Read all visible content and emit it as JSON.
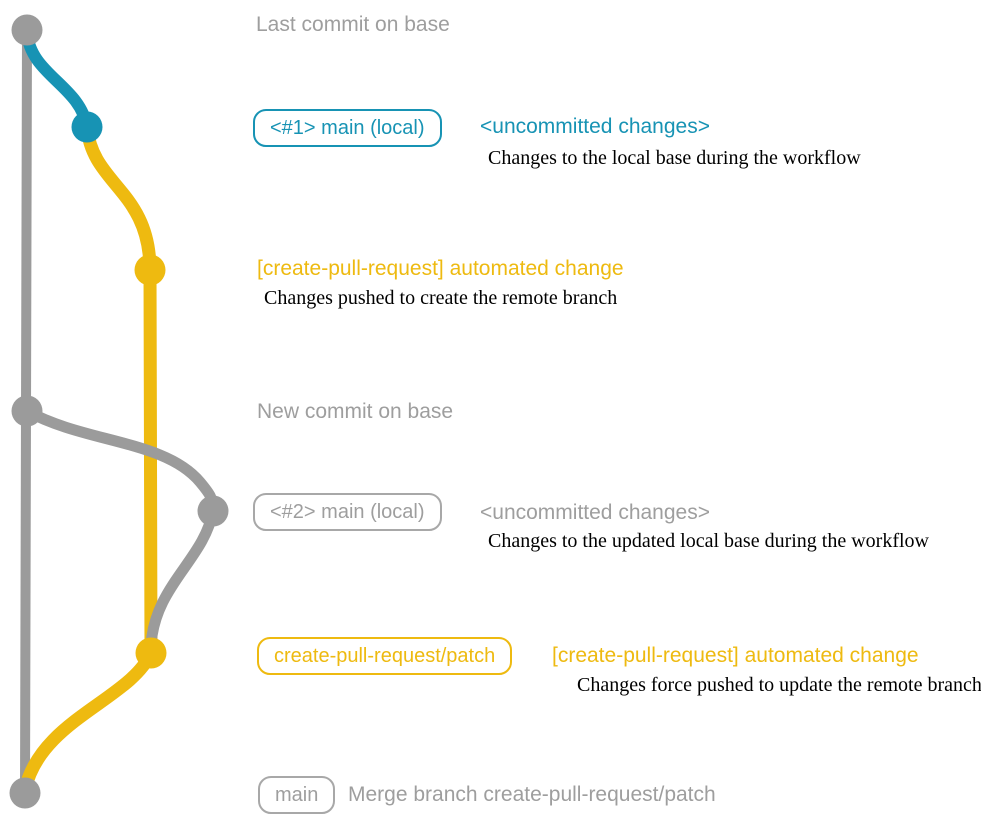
{
  "colors": {
    "graph_gray": "#9b9b9b",
    "teal": "#1793b4",
    "yellow": "#eeba10",
    "text_gray": "#9e9e9e",
    "description_black": "#000000"
  },
  "captions": {
    "last_commit_on_base": "Last commit on base",
    "new_commit_on_base": "New commit on base",
    "merge_branch": "Merge branch create-pull-request/patch"
  },
  "branch_labels": {
    "main_local_1": "<#1> main (local)",
    "main_local_2": "<#2> main (local)",
    "patch_branch": "create-pull-request/patch",
    "main": "main"
  },
  "headings": {
    "uncommitted_changes_1": "<uncommitted changes>",
    "uncommitted_changes_2": "<uncommitted changes>",
    "automated_change_1": "[create-pull-request] automated change",
    "automated_change_2": "[create-pull-request] automated change"
  },
  "descriptions": {
    "local_base": "Changes to the local base during the workflow",
    "pushed_create": "Changes pushed to create the remote branch",
    "updated_local_base": "Changes to the updated local base during the workflow",
    "force_pushed": "Changes force pushed to update the remote branch"
  },
  "graph": {
    "nodes": [
      {
        "id": "last-commit-on-base",
        "color": "gray"
      },
      {
        "id": "main-local-1",
        "color": "teal"
      },
      {
        "id": "automated-change-1",
        "color": "yellow"
      },
      {
        "id": "new-commit-on-base",
        "color": "gray"
      },
      {
        "id": "main-local-2",
        "color": "gray"
      },
      {
        "id": "automated-change-2",
        "color": "yellow"
      },
      {
        "id": "merge-commit",
        "color": "gray"
      }
    ],
    "edges": [
      {
        "id": "base-trunk",
        "color": "gray"
      },
      {
        "id": "uncommitted-1",
        "color": "teal"
      },
      {
        "id": "create-pull-request-branch",
        "color": "yellow"
      },
      {
        "id": "uncommitted-2",
        "color": "gray"
      },
      {
        "id": "rebase-to-patch",
        "color": "gray"
      },
      {
        "id": "merge-to-base",
        "color": "yellow"
      }
    ]
  }
}
